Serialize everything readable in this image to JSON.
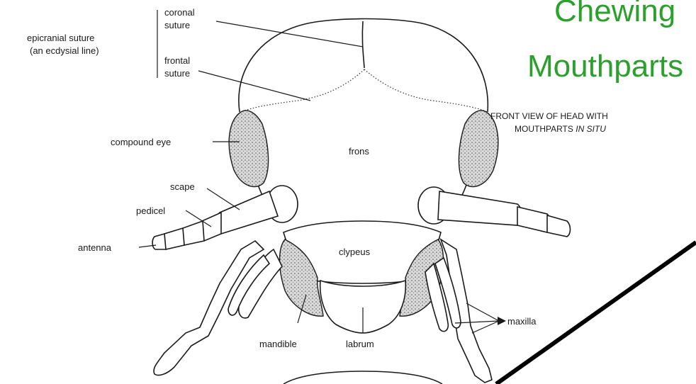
{
  "title": {
    "line1": "Chewing",
    "line2": "Mouthparts",
    "color": "#2ca02c"
  },
  "subtitle": {
    "line1": "FRONT VIEW OF HEAD WITH",
    "line2_prefix": "MOUTHPARTS",
    "line2_italic": "IN SITU"
  },
  "labels": {
    "coronal_suture_1": "coronal",
    "coronal_suture_2": "suture",
    "epicranial_1": "epicranial suture",
    "epicranial_2": "(an ecdysial line)",
    "frontal_suture_1": "frontal",
    "frontal_suture_2": "suture",
    "compound_eye": "compound eye",
    "frons": "frons",
    "scape": "scape",
    "pedicel": "pedicel",
    "antenna": "antenna",
    "clypeus": "clypeus",
    "mandible": "mandible",
    "labrum": "labrum",
    "maxilla": "maxilla"
  }
}
